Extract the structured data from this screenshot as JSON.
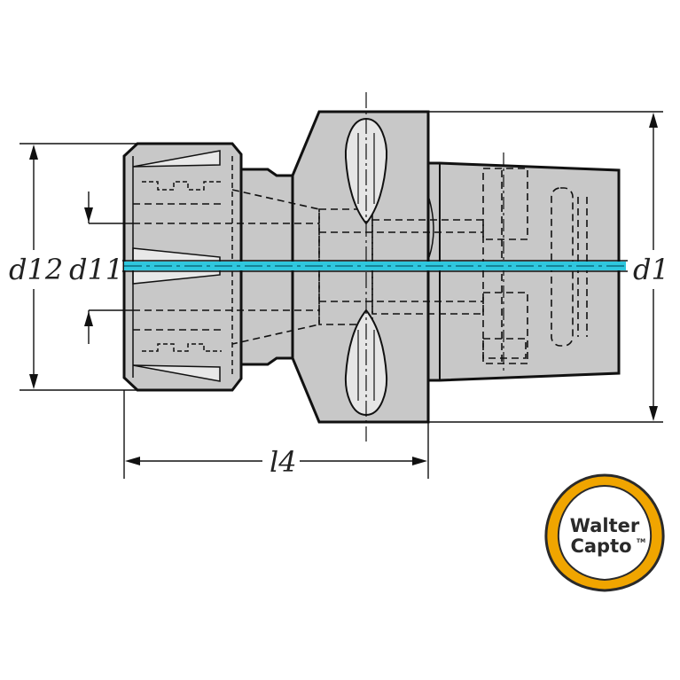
{
  "labels": {
    "d12": "d12",
    "d11": "d11",
    "d1": "d1",
    "l4": "l4"
  },
  "logo": {
    "line1": "Walter",
    "line2": "Capto",
    "tm": "TM"
  },
  "colors": {
    "body_fill": "#c8c8c8",
    "outline": "#111111",
    "coolant": "#2fc7de",
    "logo_ring": "#f0a500"
  }
}
